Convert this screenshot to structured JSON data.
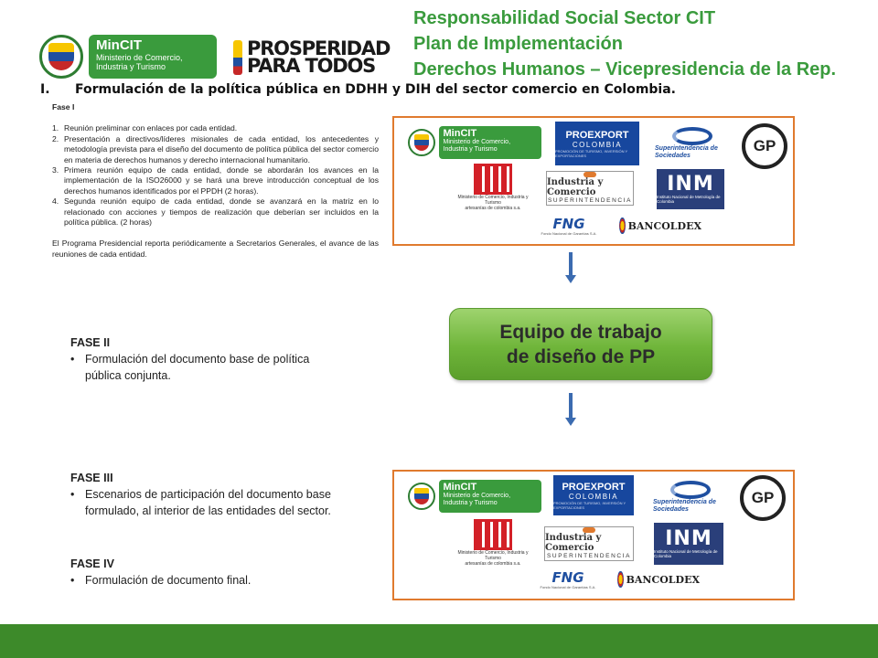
{
  "header": {
    "mincit_logo": {
      "name": "MinCIT",
      "subtitle_1": "Ministerio de Comercio,",
      "subtitle_2": "Industria y Turismo"
    },
    "prosperidad_logo": {
      "line_1": "PROSPERIDAD",
      "line_2": "PARA TODOS"
    },
    "title_lines": [
      "Responsabilidad Social Sector CIT",
      "Plan de Implementación",
      "Derechos Humanos – Vicepresidencia de la Rep."
    ],
    "section_number": "I.",
    "section_heading": "Formulación de la política pública en DDHH y DIH del sector comercio en Colombia.",
    "accent_color": "#3a9b3d"
  },
  "phase1": {
    "title": "Fase I",
    "items": [
      {
        "n": "1.",
        "text": "Reunión preliminar con enlaces por cada entidad."
      },
      {
        "n": "2.",
        "text": "Presentación a directivos/líderes misionales de cada entidad, los antecedentes y metodología prevista para el diseño del documento de política pública del sector comercio en materia de derechos humanos y derecho internacional humanitario."
      },
      {
        "n": "3.",
        "text": "Primera reunión equipo de cada entidad, donde se abordarán los avances en la implementación de la ISO26000 y se hará una breve introducción conceptual de los derechos humanos identificados por el PPDH (2 horas)."
      },
      {
        "n": "4.",
        "text": "Segunda reunión equipo de cada entidad, donde se avanzará en la matriz en lo relacionado con acciones y tiempos de realización que deberían ser incluidos en la política pública. (2 horas)"
      }
    ],
    "note": "El Programa Presidencial reporta periódicamente a Secretarios Generales, el avance de las reuniones de cada entidad."
  },
  "phase2": {
    "title": "FASE II",
    "bullet": "Formulación del documento base de política pública conjunta."
  },
  "phase3": {
    "title": "FASE III",
    "bullet": "Escenarios de participación del documento base formulado, al interior de las entidades del sector."
  },
  "phase4": {
    "title": "FASE IV",
    "bullet": "Formulación de documento final."
  },
  "team_box": {
    "line_1": "Equipo de trabajo",
    "line_2": "de diseño de PP",
    "color": "#6fb53a"
  },
  "logos": {
    "mincit": {
      "name": "MinCIT",
      "sub_1": "Ministerio de Comercio,",
      "sub_2": "Industria y Turismo"
    },
    "proexport": {
      "name": "PROEXPORT",
      "country": "COLOMBIA",
      "tagline": "PROMOCIÓN DE TURISMO, INVERSIÓN Y EXPORTACIONES"
    },
    "supersociedades": {
      "name": "Superintendencia de Sociedades"
    },
    "gp": {
      "name": "GP"
    },
    "artesanias": {
      "line_1": "Ministerio de Comercio, Industria y Turismo",
      "line_2": "artesanías de colombia s.a."
    },
    "sic": {
      "line_1": "Industria y Comercio",
      "line_2": "SUPERINTENDENCIA"
    },
    "inm": {
      "name": "INM",
      "sub": "Instituto Nacional de Metrología de Colombia"
    },
    "fng": {
      "name": "FNG",
      "sub": "Fondo Nacional de Garantías S.A."
    },
    "bancoldex": {
      "name": "BANCOLDEX"
    }
  },
  "panel_border_color": "#e07a2e",
  "arrow_color": "#3b6bb0",
  "footer_color": "#3d8a2a"
}
